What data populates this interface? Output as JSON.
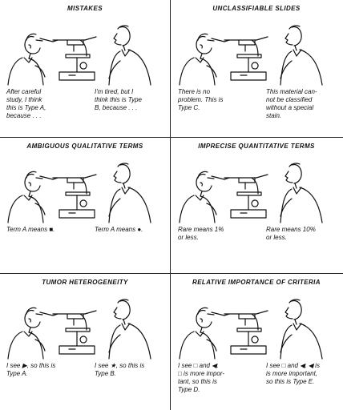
{
  "panels": [
    {
      "title": "MISTAKES",
      "left": "After careful\nstudy, I think\nthis is Type A,\nbecause . . .",
      "right": "I'm tired, but I\nthink this is Type\nB, because . . ."
    },
    {
      "title": "UNCLASSIFIABLE SLIDES",
      "left": "There is no\nproblem. This is\nType C.",
      "right": "This material can-\nnot be classified\nwithout a special\nstain."
    },
    {
      "title": "AMBIGUOUS QUALITATIVE TERMS",
      "left": "Term A means ■.",
      "right": "Term A means ●."
    },
    {
      "title": "IMPRECISE QUANTITATIVE TERMS",
      "left": "Rare means 1%\nor less.",
      "right": "Rare means 10%\nor less."
    },
    {
      "title": "TUMOR HETEROGENEITY",
      "left": "I see ▶, so this is\nType A.",
      "right": "I see ★, so this is\nType B."
    },
    {
      "title": "RELATIVE IMPORTANCE OF CRITERIA",
      "left": "I see □ and ◀.\n□ is more impor-\ntant, so this is\nType D.",
      "right": "I see □ and ◀. ◀ is\nis more important,\nso this is Type E."
    }
  ]
}
